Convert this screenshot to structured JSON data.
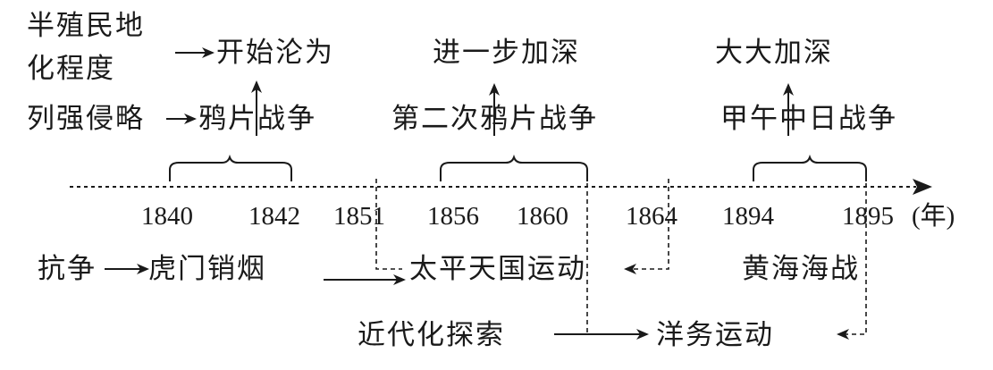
{
  "top_left": {
    "semi_colonial_line1": "半殖民地",
    "semi_colonial_line2": "化程度",
    "powers_aggression": "列强侵略"
  },
  "degrees": {
    "begin": "开始沦为",
    "deepen": "进一步加深",
    "greatly": "大大加深"
  },
  "wars": {
    "opium_first": "鸦片战争",
    "opium_second": "第二次鸦片战争",
    "sino_japanese": "甲午中日战争"
  },
  "timeline": {
    "years": [
      "1840",
      "1842",
      "1851",
      "1856",
      "1860",
      "1864",
      "1894",
      "1895"
    ],
    "unit": "(年)"
  },
  "bottom": {
    "struggle": "抗争",
    "humen": "虎门销烟",
    "taiping": "太平天国运动",
    "yellow_sea": "黄海海战",
    "exploration": "近代化探索",
    "westernization": "洋务运动"
  }
}
